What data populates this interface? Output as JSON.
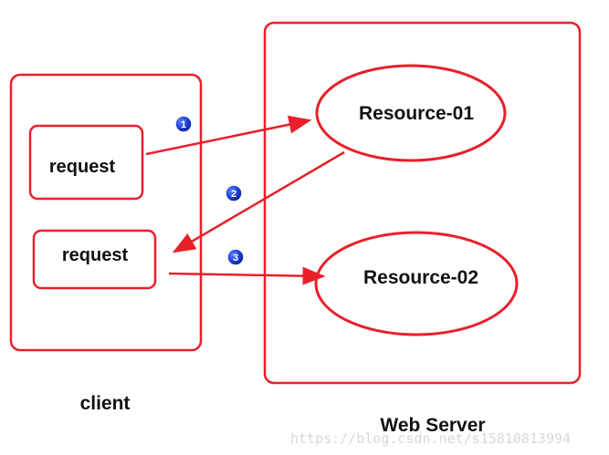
{
  "diagram": {
    "client": {
      "label": "client",
      "requests": [
        {
          "label": "request"
        },
        {
          "label": "request"
        }
      ]
    },
    "server": {
      "label": "Web Server",
      "resources": [
        {
          "label": "Resource-01"
        },
        {
          "label": "Resource-02"
        }
      ]
    },
    "steps": [
      {
        "number": "1"
      },
      {
        "number": "2"
      },
      {
        "number": "3"
      }
    ],
    "watermark": "https://blog.csdn.net/s15810813994"
  },
  "colors": {
    "stroke": "#e8202a",
    "step_marker": "#1d3fd1",
    "text": "#111111",
    "watermark": "#d8d8d8"
  }
}
